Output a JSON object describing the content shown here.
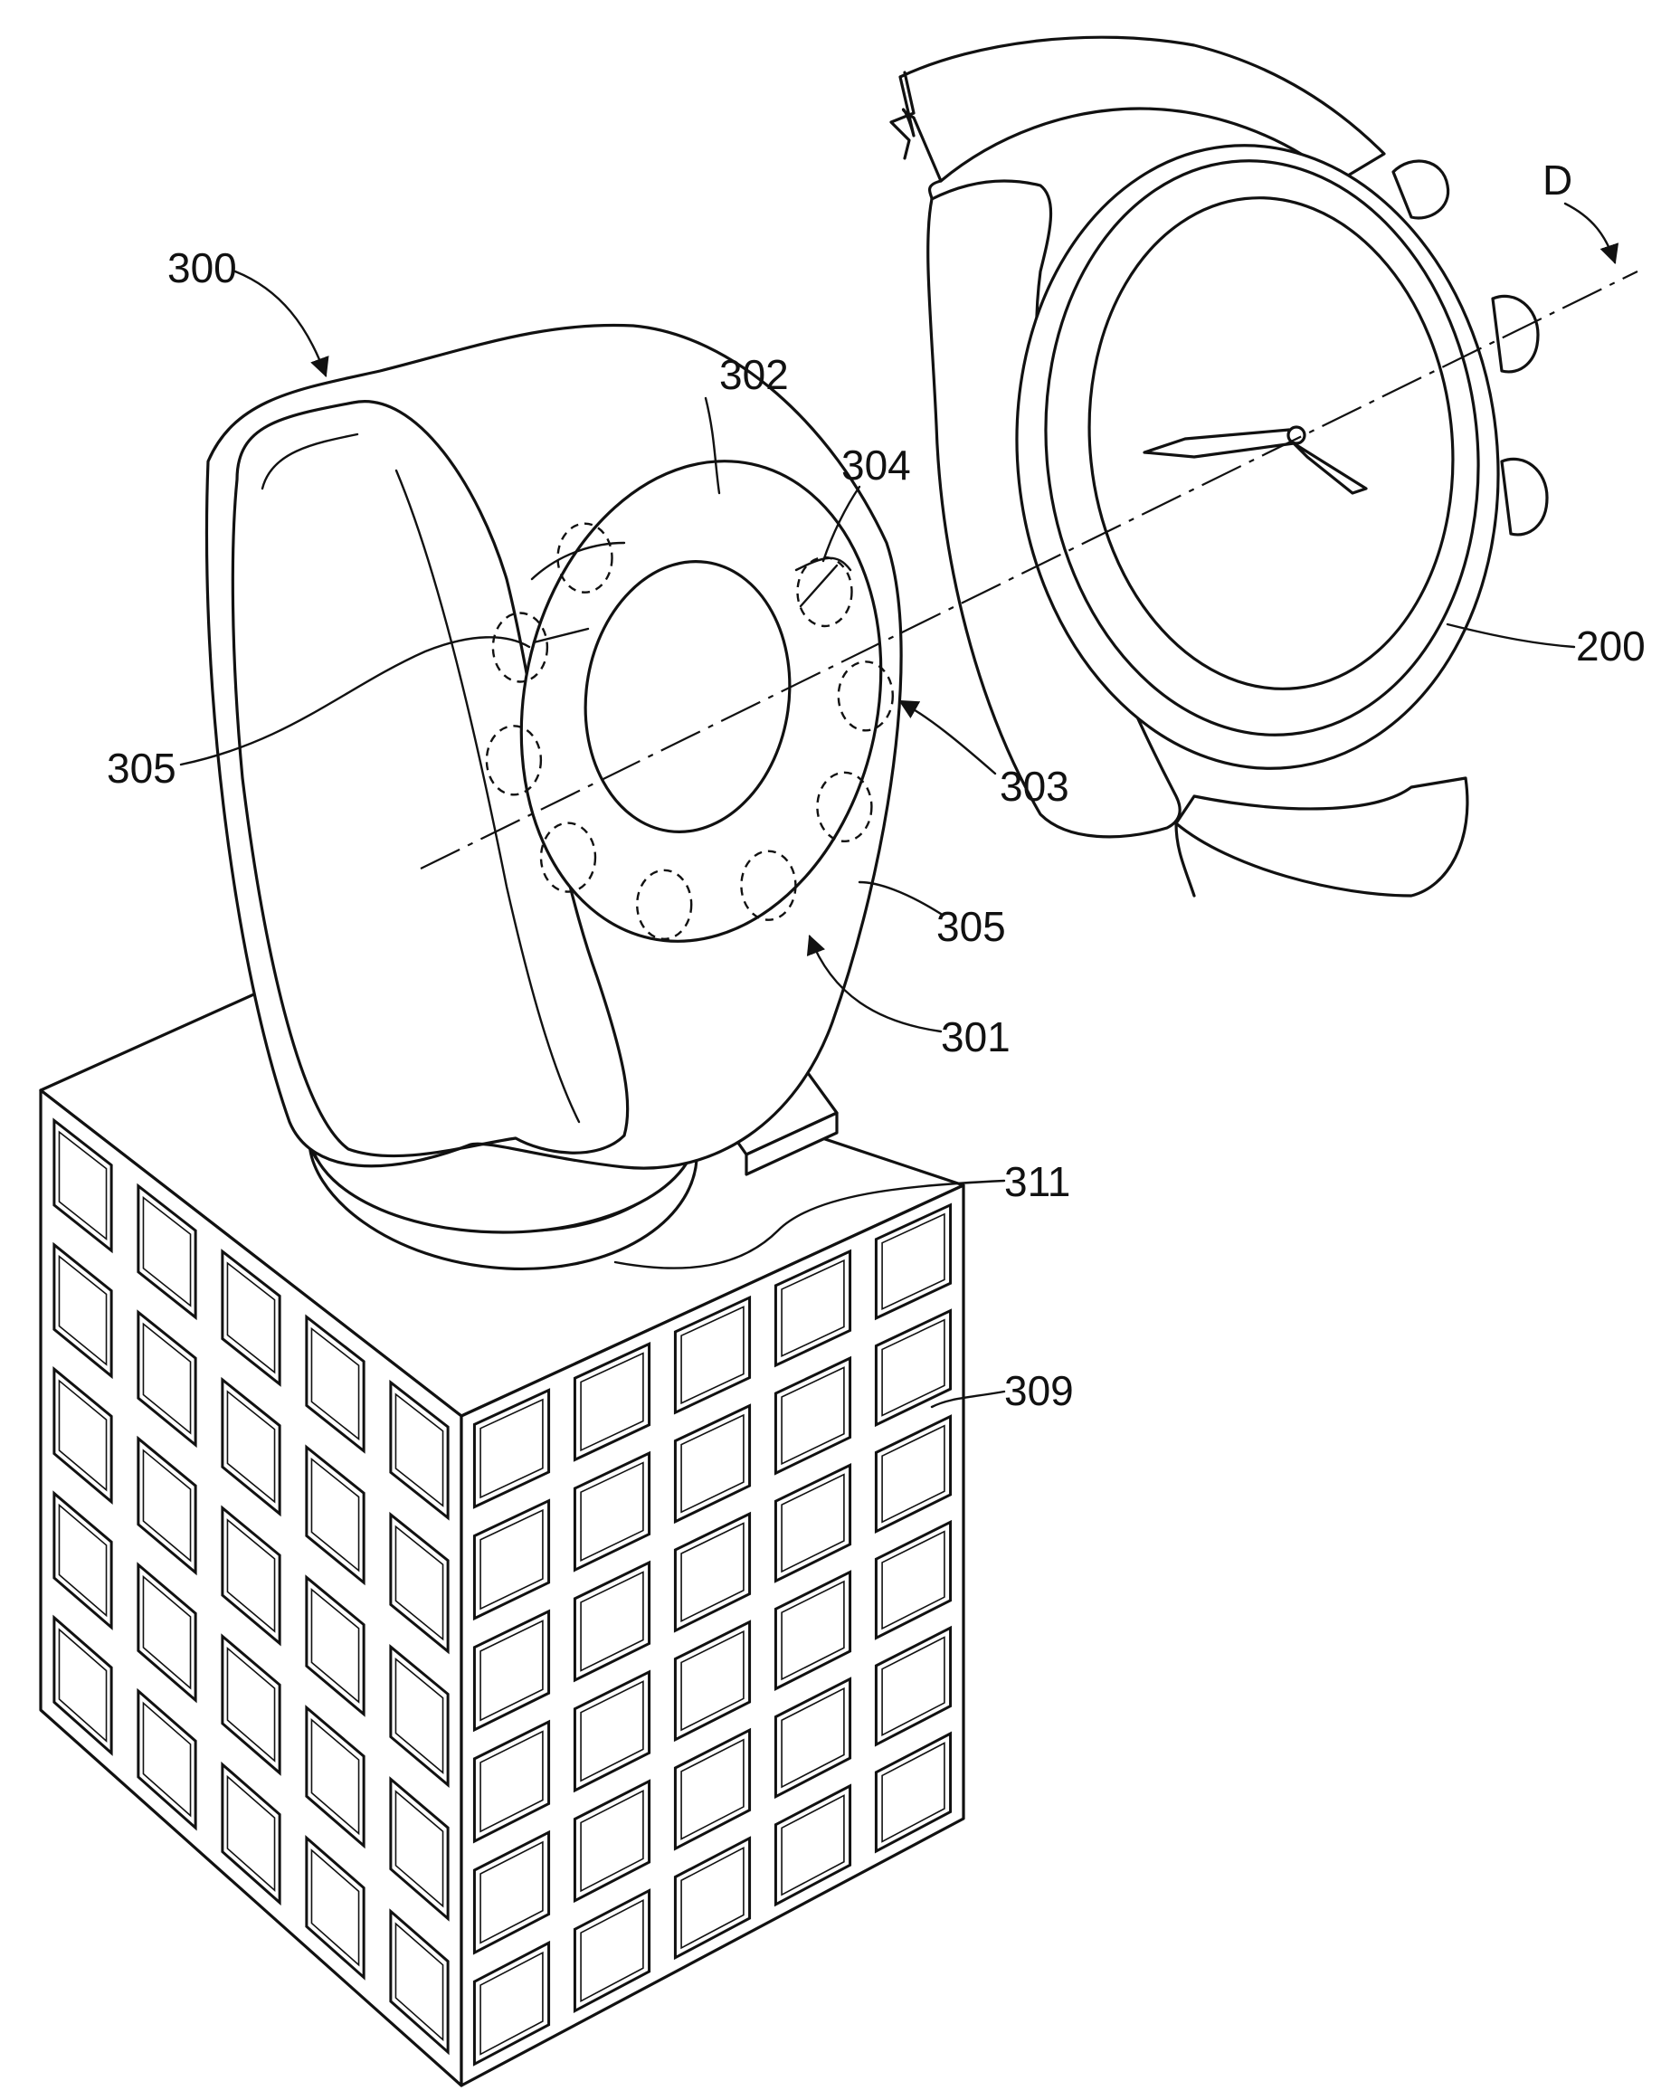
{
  "figure": {
    "labels": {
      "l300": "300",
      "l302": "302",
      "l304": "304",
      "l305a": "305",
      "l303": "303",
      "l305b": "305",
      "l301": "301",
      "l311": "311",
      "l309": "309",
      "l200": "200",
      "lD": "D"
    },
    "components": [
      "wrist-device-300",
      "watch-200",
      "charging-surface-301",
      "contact-pads-305",
      "base-station-309",
      "connector-311"
    ],
    "grid": {
      "left_face_rows": 5,
      "left_face_cols": 5,
      "right_face_rows": 6,
      "right_face_cols": 5
    },
    "pads": {
      "count": 9
    }
  }
}
